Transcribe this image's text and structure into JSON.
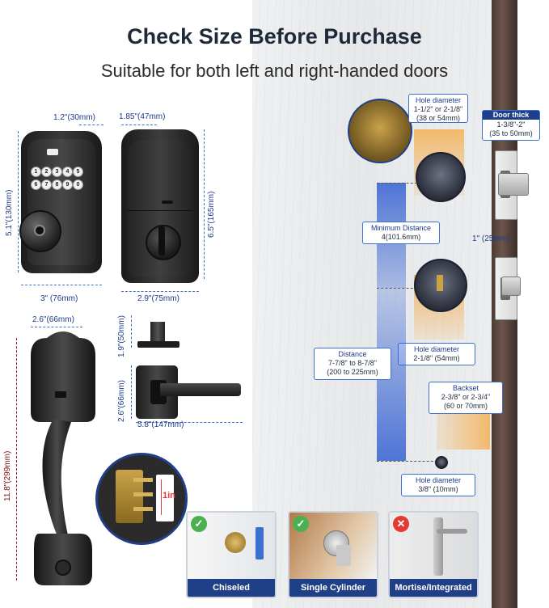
{
  "title": "Check Size Before Purchase",
  "subtitle": "Suitable for both left and right-handed doors",
  "deadbolt_front": {
    "width_top": "1.2\"(30mm)",
    "height": "5.1\"(130mm)",
    "width_bottom": "3\" (76mm)"
  },
  "deadbolt_back": {
    "depth_top": "1.85\"(47mm)",
    "height": "6.5\"(165mm)",
    "width_bottom": "2.9\"(75mm)"
  },
  "keypad": [
    "1",
    "2",
    "3",
    "4",
    "5",
    "6",
    "7",
    "8",
    "9",
    "0"
  ],
  "handleset": {
    "width": "2.6\"(66mm)",
    "height": "11.8\"(299mm)"
  },
  "lever": {
    "shaft": "1.9\"(50mm)",
    "rose": "2.6\"(66mm)",
    "length": "5.8\"(147mm)"
  },
  "latch_inset": {
    "label": "1in"
  },
  "door_install": {
    "hole_top": {
      "heading": "Hole diameter",
      "line1": "1-1/2\" or 2-1/8\"",
      "line2": "(38 or 54mm)"
    },
    "door_thick": {
      "heading": "Door thick",
      "line1": "1-3/8\"-2\"",
      "line2": "(35 to 50mm)"
    },
    "faceplate": "1\" (25mm)",
    "min_distance": {
      "heading": "Minimum Distance",
      "value": "4(101.6mm)"
    },
    "hole_mid": {
      "heading": "Hole diameter",
      "value": "2-1/8\" (54mm)"
    },
    "distance": {
      "heading": "Distance",
      "line1": "7-7/8\" to 8-7/8\"",
      "line2": "(200 to 225mm)"
    },
    "backset": {
      "heading": "Backset",
      "line1": "2-3/8\" or 2-3/4\"",
      "line2": "(60 or 70mm)"
    },
    "hole_small": {
      "heading": "Hole diameter",
      "value": "3/8\" (10mm)"
    }
  },
  "compat_cards": [
    {
      "label": "Chiseled",
      "status": "check",
      "color": "#4caf50"
    },
    {
      "label": "Single Cylinder",
      "status": "check",
      "color": "#4caf50"
    },
    {
      "label": "Mortise/Integrated",
      "status": "cross",
      "color": "#e53935"
    }
  ],
  "colors": {
    "accent": "#3b6fd1",
    "caption_bg": "#1f3f86",
    "hardware": "#2b2b2b",
    "frame": "#5a463d"
  }
}
